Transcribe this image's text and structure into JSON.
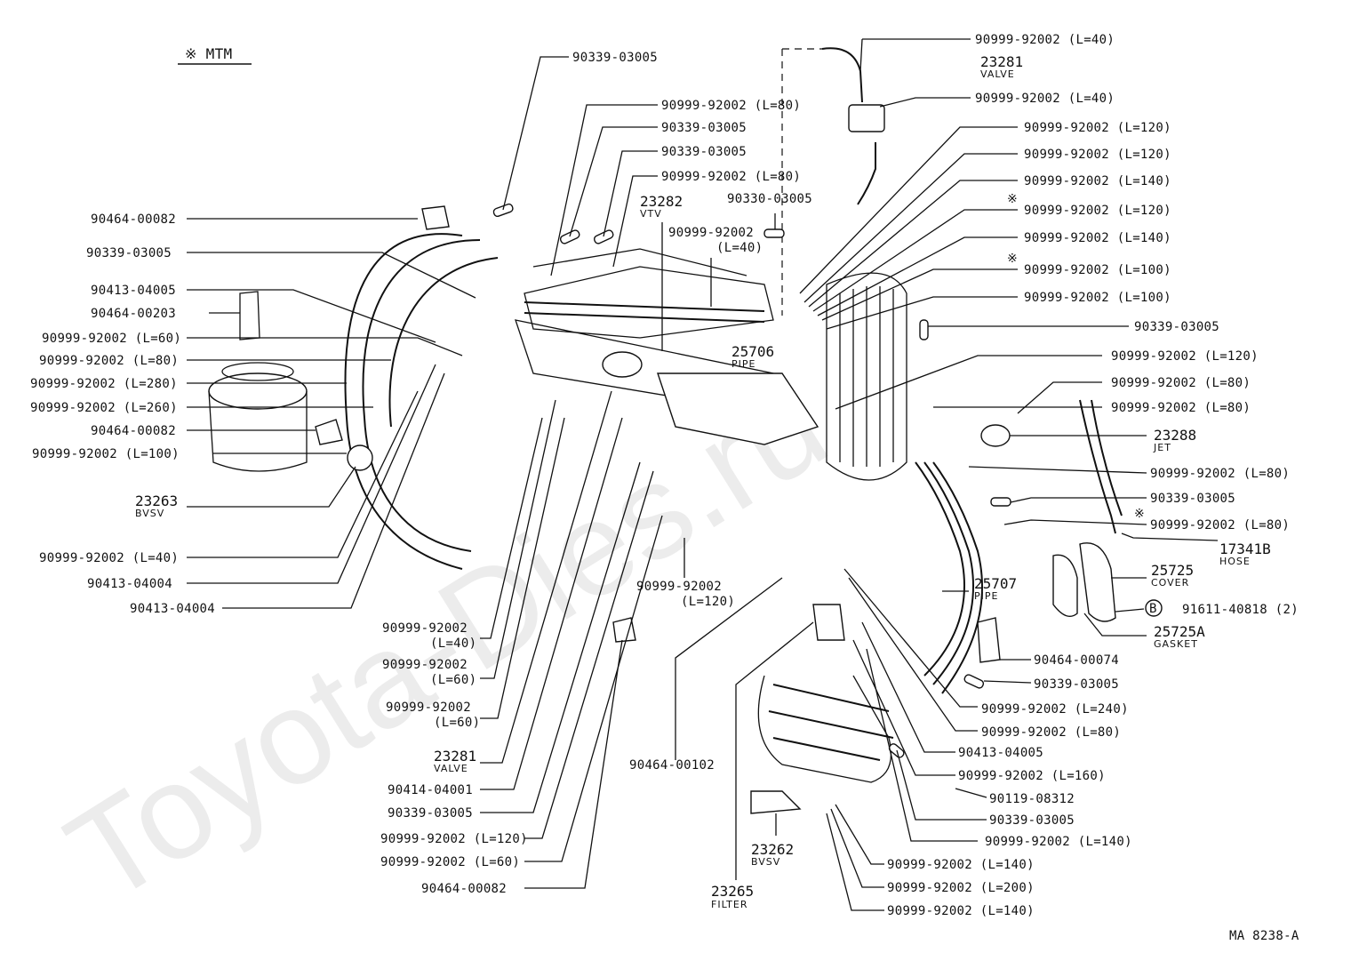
{
  "header": {
    "mtm_note": "※ MTM"
  },
  "watermark": "Toyota-Dies.ru",
  "footer": {
    "drawing_code": "MA 8238-A"
  },
  "labels": {
    "l01": "90339-03005",
    "l02": "90999-92002 (L=80)",
    "l03": "90339-03005",
    "l04": "90339-03005",
    "l05": "90999-92002 (L=80)",
    "l06": "23282",
    "l06s": "VTV",
    "l07": "90330-03005",
    "l08": "90999-92002",
    "l08b": "(L=40)",
    "l09": "90464-00082",
    "l10": "90339-03005",
    "l11": "90413-04005",
    "l12": "90464-00203",
    "l13": "90999-92002 (L=60)",
    "l14": "90999-92002 (L=80)",
    "l15": "90999-92002 (L=280)",
    "l16": "90999-92002 (L=260)",
    "l17": "90464-00082",
    "l18": "90999-92002 (L=100)",
    "l19": "23263",
    "l19s": "BVSV",
    "l20": "90999-92002 (L=40)",
    "l21": "90413-04004",
    "l22": "90413-04004",
    "l23": "90999-92002",
    "l23b": "(L=40)",
    "l24": "90999-92002",
    "l24b": "(L=60)",
    "l25": "90999-92002",
    "l25b": "(L=60)",
    "l26": "23281",
    "l26s": "VALVE",
    "l27": "90414-04001",
    "l28": "90339-03005",
    "l29": "90999-92002 (L=120)",
    "l30": "90999-92002 (L=60)",
    "l31": "90464-00082",
    "l32": "25706",
    "l32s": "PIPE",
    "l33": "90999-92002",
    "l33b": "(L=120)",
    "l34": "90464-00102",
    "l35": "23265",
    "l35s": "FILTER",
    "l36": "23262",
    "l36s": "BVSV",
    "r01": "90999-92002 (L=40)",
    "r02": "23281",
    "r02s": "VALVE",
    "r03": "90999-92002 (L=40)",
    "r04": "90999-92002 (L=120)",
    "r05": "90999-92002 (L=120)",
    "r06": "90999-92002 (L=140)",
    "r07": "90999-92002 (L=120)",
    "r08": "90999-92002 (L=140)",
    "r09": "90999-92002 (L=100)",
    "r10": "90999-92002 (L=100)",
    "r11": "90339-03005",
    "r12": "90999-92002 (L=120)",
    "r13": "90999-92002 (L=80)",
    "r14": "90999-92002 (L=80)",
    "r15": "23288",
    "r15s": "JET",
    "r16": "90999-92002 (L=80)",
    "r17": "90339-03005",
    "r18": "90999-92002 (L=80)",
    "r19": "17341B",
    "r19s": "HOSE",
    "r20": "25725",
    "r20s": "COVER",
    "r21": "91611-40818 (2)",
    "r21m": "B",
    "r22": "25725A",
    "r22s": "GASKET",
    "r23": "25707",
    "r23s": "PIPE",
    "r24": "90464-00074",
    "r25": "90339-03005",
    "r26": "90999-92002 (L=240)",
    "r27": "90999-92002 (L=80)",
    "r28": "90413-04005",
    "r29": "90999-92002 (L=160)",
    "r30": "90119-08312",
    "r31": "90339-03005",
    "r32": "90999-92002 (L=140)",
    "r33": "90999-92002 (L=140)",
    "r34": "90999-92002 (L=200)",
    "r35": "90999-92002 (L=140)",
    "mark": "※"
  }
}
